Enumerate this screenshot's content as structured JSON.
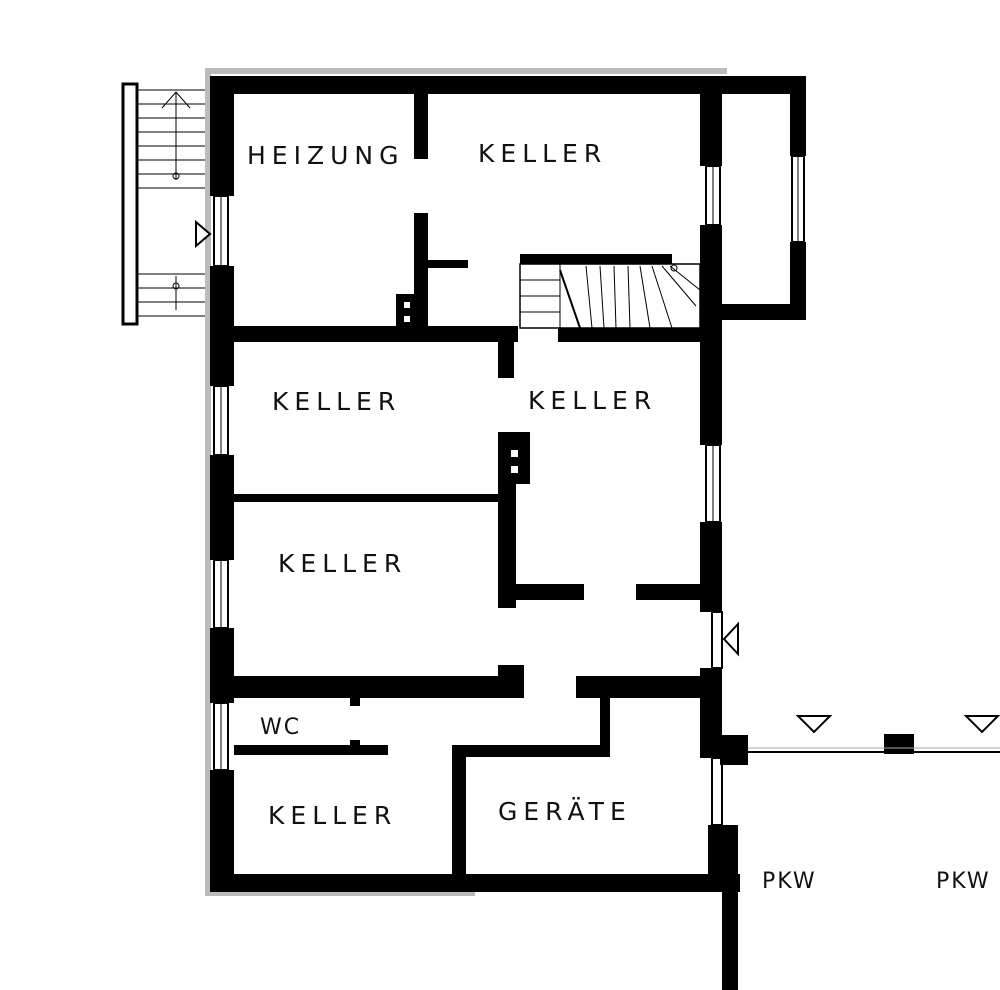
{
  "rooms": {
    "heizung": "HEIZUNG",
    "keller_top": "KELLER",
    "keller_mid_left": "KELLER",
    "keller_mid_right": "KELLER",
    "keller_lower_left": "KELLER",
    "wc": "WC",
    "keller_bottom_left": "KELLER",
    "geraete": "GERÄTE"
  },
  "garage": {
    "pkw_1": "PKW",
    "pkw_2": "PKW"
  }
}
